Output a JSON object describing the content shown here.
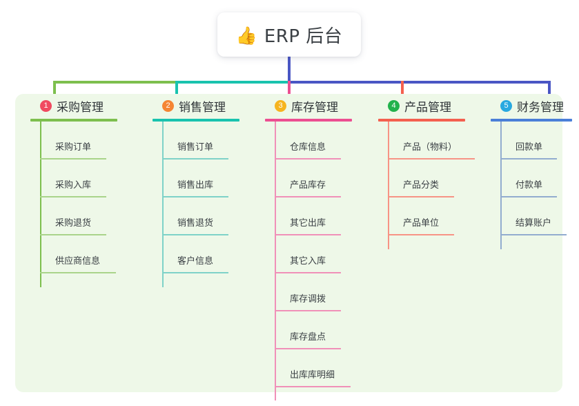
{
  "root": {
    "icon": "thumbs-up-icon",
    "emoji": "👍",
    "title": "ERP 后台"
  },
  "panel": {
    "background": "#eef8e8"
  },
  "branches": [
    {
      "number": "1",
      "title": "采购管理",
      "badge_color": "#f04a60",
      "line_color": "#7dbf4e",
      "connector_color": "#7dbf4e",
      "items": [
        "采购订单",
        "采购入库",
        "采购退货",
        "供应商信息"
      ]
    },
    {
      "number": "2",
      "title": "销售管理",
      "badge_color": "#f58634",
      "line_color": "#19c3ae",
      "connector_color": "#19c3ae",
      "items": [
        "销售订单",
        "销售出库",
        "销售退货",
        "客户信息"
      ]
    },
    {
      "number": "3",
      "title": "库存管理",
      "badge_color": "#f6b41f",
      "line_color": "#ec4f91",
      "connector_color": "#ec4f91",
      "items": [
        "仓库信息",
        "产品库存",
        "其它出库",
        "其它入库",
        "库存调拨",
        "库存盘点",
        "出库库明细"
      ]
    },
    {
      "number": "4",
      "title": "产品管理",
      "badge_color": "#22b24c",
      "line_color": "#f4604f",
      "connector_color": "#f4604f",
      "items": [
        "产品（物料）",
        "产品分类",
        "产品单位"
      ]
    },
    {
      "number": "5",
      "title": "财务管理",
      "badge_color": "#29a9e0",
      "line_color": "#6f85d8",
      "connector_color": "#4a56c4",
      "items": [
        "回款单",
        "付款单",
        "结算账户"
      ]
    }
  ],
  "bus": {
    "segments": [
      {
        "color": "#7dbf4e"
      },
      {
        "color": "#19c3ae"
      },
      {
        "color": "#4a56c4"
      }
    ],
    "stem_color": "#4a56c4"
  }
}
